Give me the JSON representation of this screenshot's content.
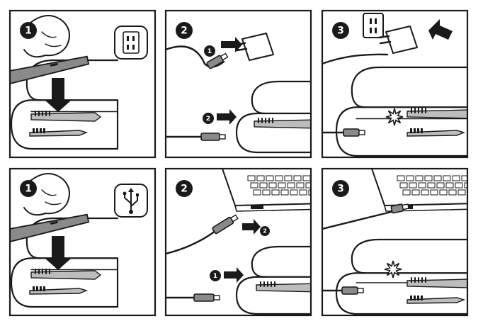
{
  "colors": {
    "outline": "#1a1a1a",
    "accent_gray": "#8a8a8a",
    "light_gray": "#bdbdbd",
    "background": "#ffffff"
  },
  "rows": [
    {
      "name": "wall-outlet-charging",
      "power_symbol_icon": "wall-socket-icon",
      "panels": [
        {
          "step": "1",
          "scene": "place-toothbrush-in-case",
          "badges": []
        },
        {
          "step": "2",
          "scene": "connect-adapter-and-cable",
          "badges": [
            "1",
            "2"
          ]
        },
        {
          "step": "3",
          "scene": "plug-into-wall-charging",
          "badges": []
        }
      ]
    },
    {
      "name": "usb-charging",
      "power_symbol_icon": "usb-icon",
      "panels": [
        {
          "step": "1",
          "scene": "place-toothbrush-in-case",
          "badges": []
        },
        {
          "step": "2",
          "scene": "connect-cable-to-laptop",
          "badges": [
            "2",
            "1"
          ]
        },
        {
          "step": "3",
          "scene": "laptop-connected-charging",
          "badges": []
        }
      ]
    }
  ]
}
